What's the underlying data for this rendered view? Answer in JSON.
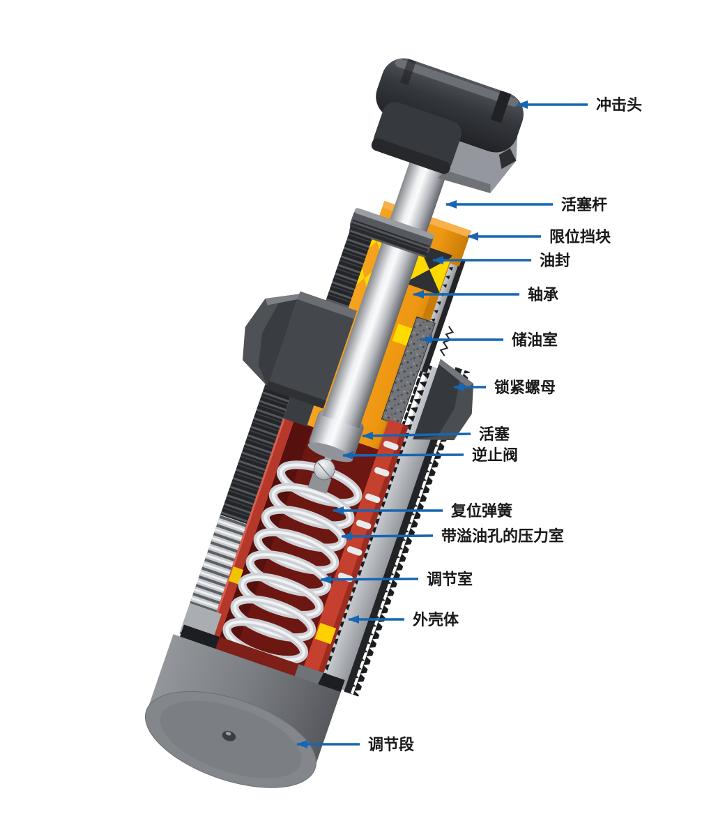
{
  "diagram": {
    "labels": [
      {
        "id": "impact-head",
        "text": "冲击头"
      },
      {
        "id": "piston-rod",
        "text": "活塞杆"
      },
      {
        "id": "limit-stop",
        "text": "限位挡块"
      },
      {
        "id": "oil-seal",
        "text": "油封"
      },
      {
        "id": "bearing",
        "text": "轴承"
      },
      {
        "id": "oil-reservoir",
        "text": "储油室"
      },
      {
        "id": "lock-nut",
        "text": "锁紧螺母"
      },
      {
        "id": "piston",
        "text": "活塞"
      },
      {
        "id": "check-valve",
        "text": "逆止阀"
      },
      {
        "id": "return-spring",
        "text": "复位弹簧"
      },
      {
        "id": "pressure-chamber",
        "text": "带溢油孔的压力室"
      },
      {
        "id": "adjustment-chamber",
        "text": "调节室"
      },
      {
        "id": "outer-housing",
        "text": "外壳体"
      },
      {
        "id": "adjustment-segment",
        "text": "调节段"
      }
    ],
    "colors": {
      "arrow_blue": "#1766b3",
      "label_text": "#191919",
      "background": "#ffffff",
      "bearing_orange": "#ee9712",
      "seal_yellow": "#ffd900",
      "chamber_red": "#c5402e",
      "chamber_dark_red": "#6d1712",
      "spring_silver": "#cdd0d4",
      "body_black": "#26282b",
      "metal_grey": "#b7bac0"
    }
  }
}
